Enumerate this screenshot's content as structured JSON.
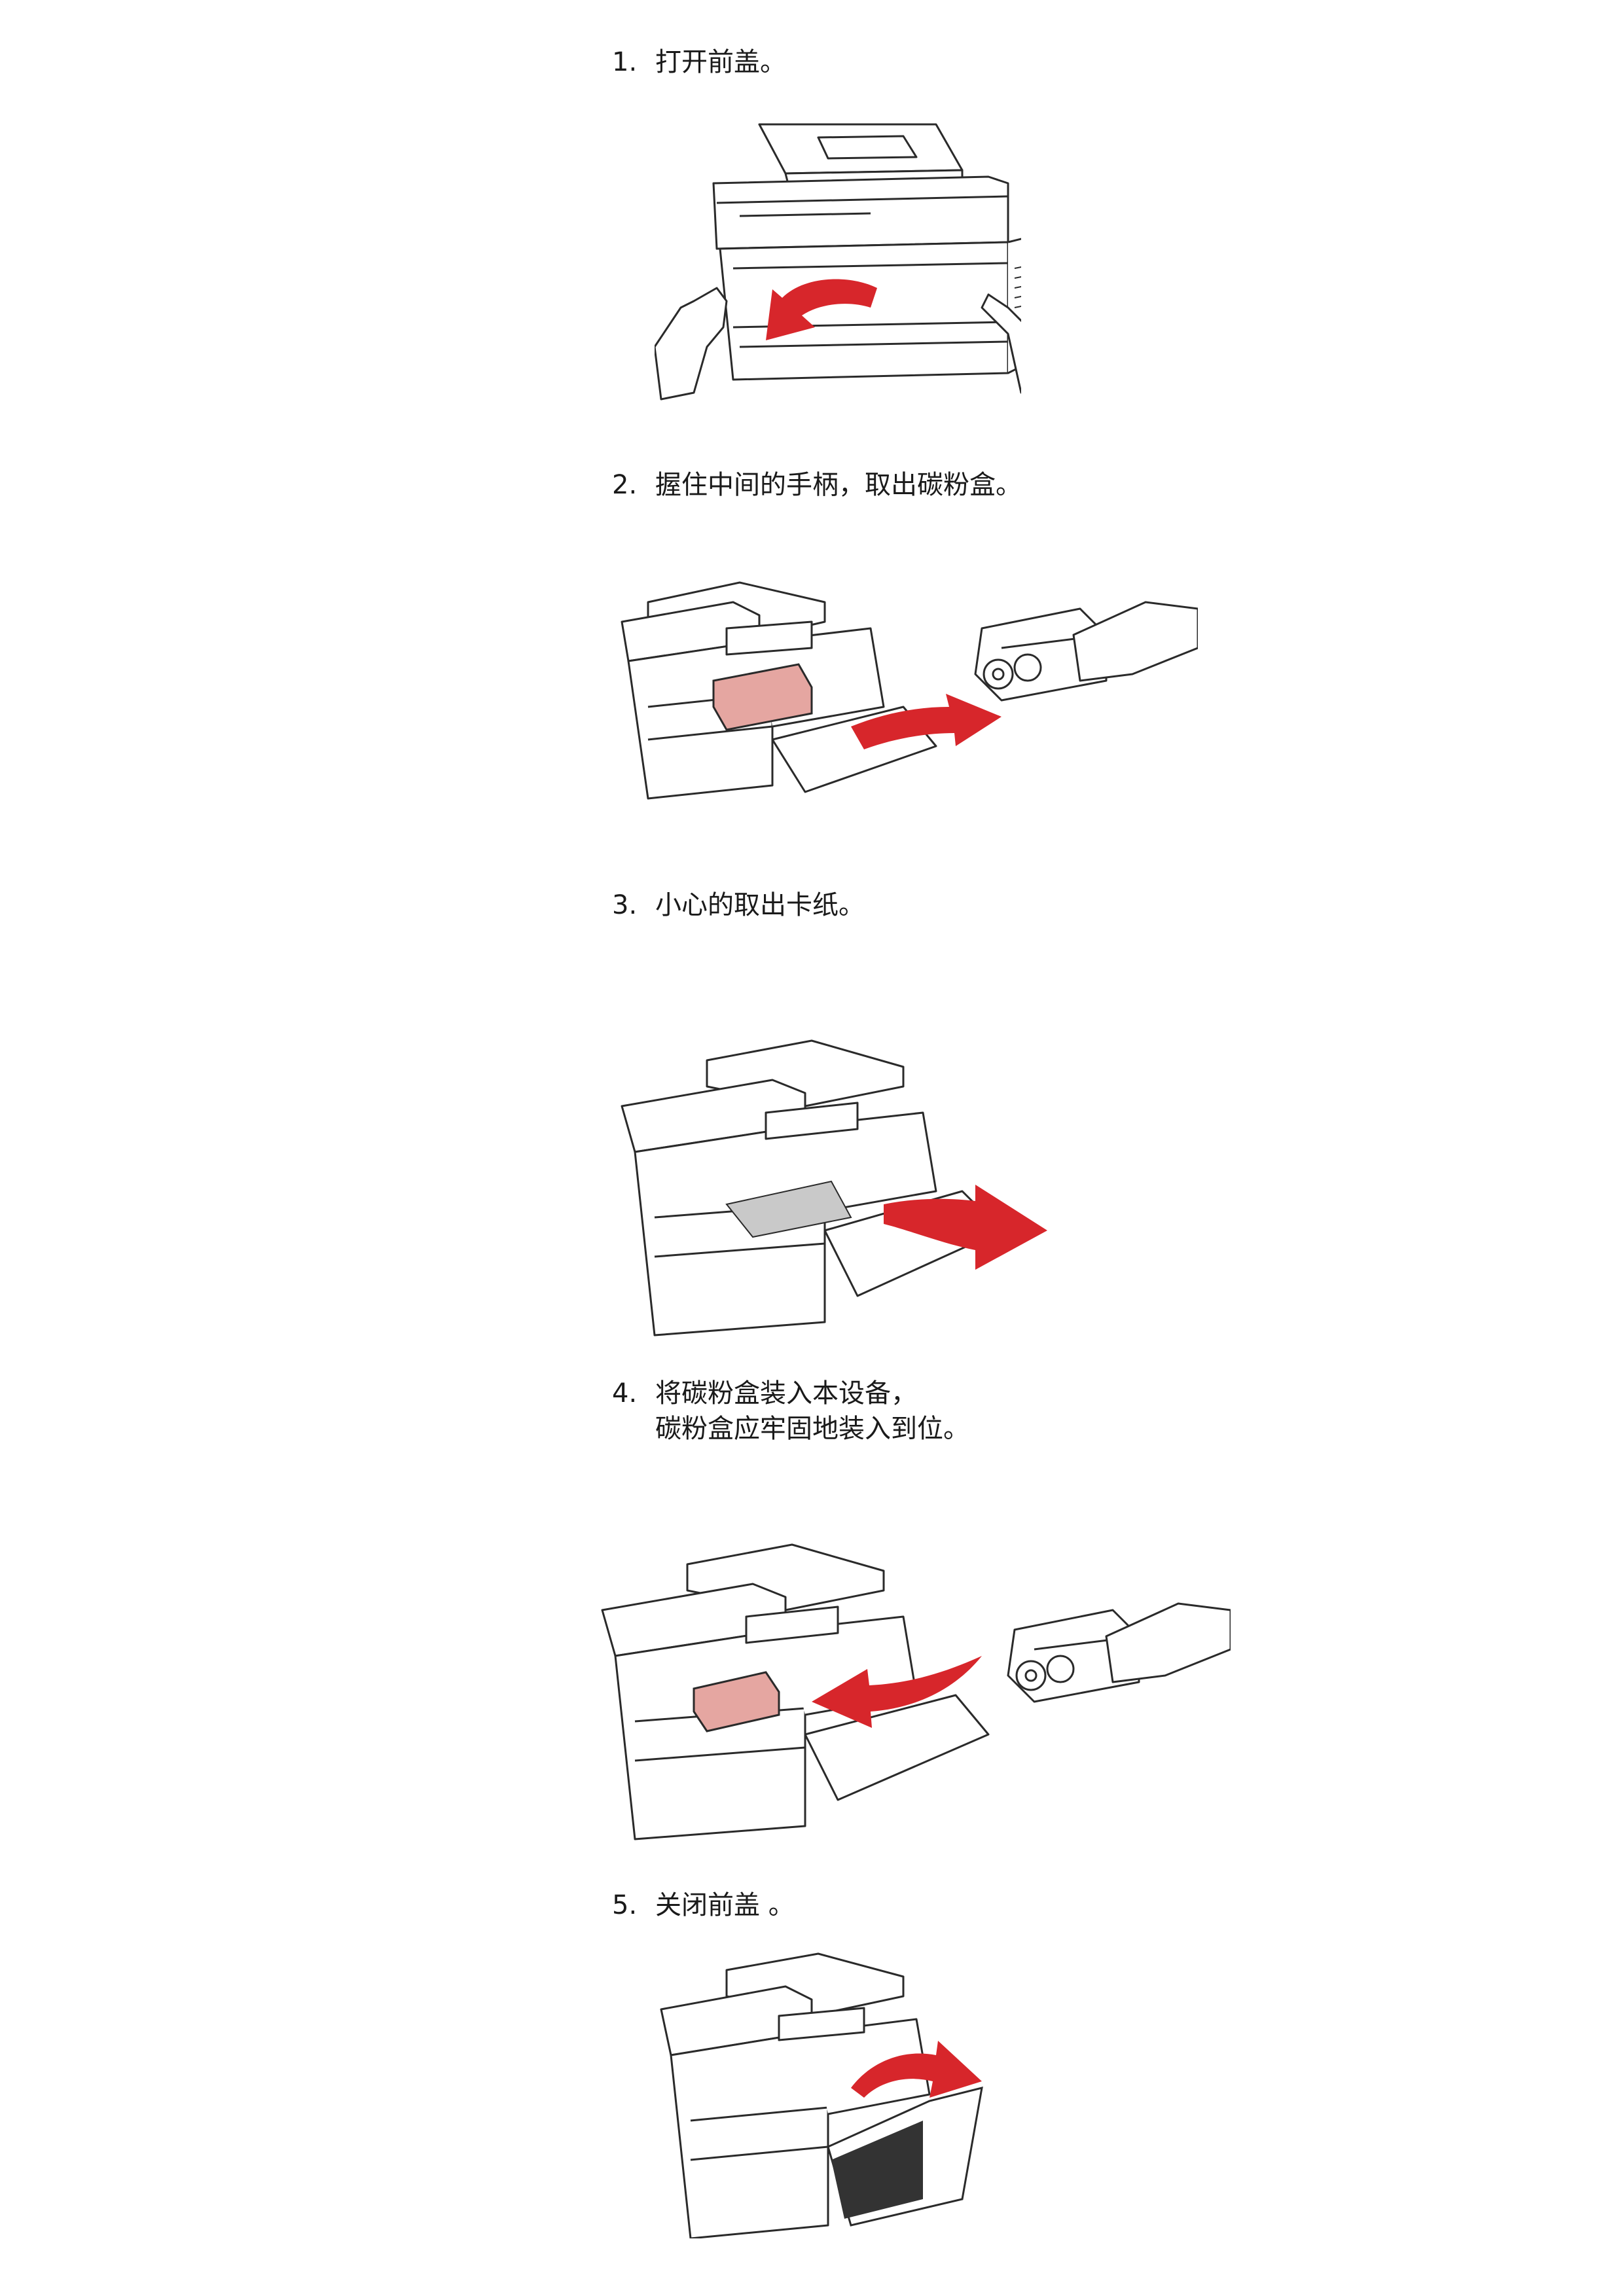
{
  "steps": [
    {
      "number": "1.",
      "text": "打开前盖。"
    },
    {
      "number": "2.",
      "text": "握住中间的手柄，取出碳粉盒。"
    },
    {
      "number": "3.",
      "text": "小心的取出卡纸。"
    },
    {
      "number": "4.",
      "text": "将碳粉盒装入本设备，",
      "text2": "碳粉盒应牢固地装入到位。"
    },
    {
      "number": "5.",
      "text": "关闭前盖 。"
    }
  ],
  "colors": {
    "arrow": "#d7262b",
    "toner_highlight": "#e5a6a1",
    "line": "#2a2a2a",
    "paper": "#c9c9c9"
  },
  "figures": [
    {
      "id": "open-front-cover",
      "icon": "printer-front-open-illustration"
    },
    {
      "id": "remove-toner",
      "icon": "printer-toner-removal-illustration"
    },
    {
      "id": "remove-jam",
      "icon": "printer-paper-jam-illustration"
    },
    {
      "id": "insert-toner",
      "icon": "printer-toner-insert-illustration"
    },
    {
      "id": "close-front-cover",
      "icon": "printer-front-close-illustration"
    }
  ]
}
